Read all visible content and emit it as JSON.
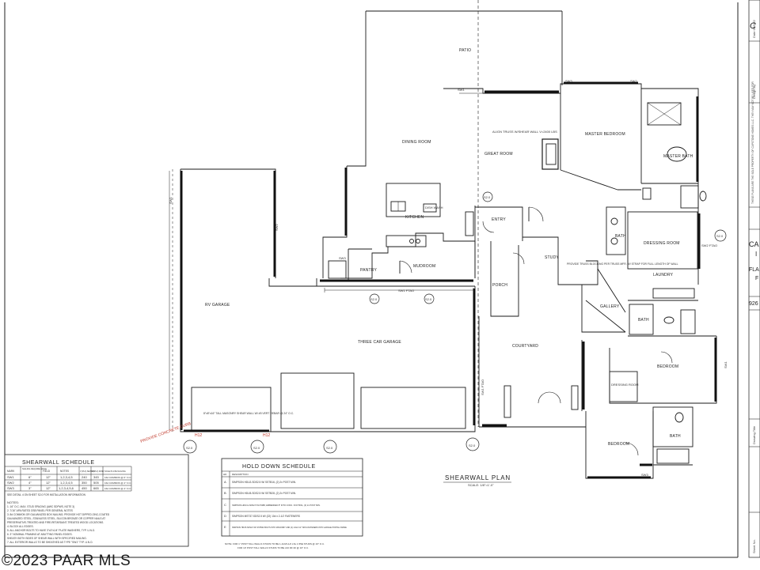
{
  "rooms": {
    "patio": "PATIO",
    "dining_room": "DINING ROOM",
    "great_room": "GREAT ROOM",
    "master_bedroom": "MASTER BEDROOM",
    "master_bath": "MASTER BATH",
    "kitchen": "KITCHEN",
    "dish_wash": "DISH WASH",
    "entry": "ENTRY",
    "study": "STUDY",
    "dressing_room": "DRESSING ROOM",
    "bath": "BATH",
    "laundry": "LAUNDRY",
    "gallery": "GALLERY",
    "pantry": "PANTRY",
    "mudroom": "MUDROOM",
    "porch": "PORCH",
    "rv_garage": "RV GARAGE",
    "three_car_garage": "THREE CAR GARAGE",
    "courtyard": "COURTYARD",
    "bedroom": "BEDROOM",
    "bedroom_2": "BEDROOM",
    "dressing_room_2": "DRESSING ROOM",
    "bath_2": "BATH",
    "bath_3": "BATH"
  },
  "plan_notes": {
    "align_truss": "ALIGN TRUSS W/SHEAR WALL V=2400 LBS",
    "provide_truss": "PROVIDE TRUSS BLOCKING PER TRUSS MFR. W/ STRAP FOR FULL LENGTH OF WALL",
    "masonry_wall": "8\"x8\"x16\" TALL MASONRY SHEAR WALL W/ #5 VERT REBAR @ 24\" O.C.",
    "ftao_1": "SW1 FTAO",
    "ftao_2": "SW1 FTAO",
    "ftao_3": "SW2 FTAO",
    "red_note": "PROVIDE CONCRETE CURB",
    "hd_a": "H12",
    "hd_b": "H12",
    "sw_tags": [
      "SW1",
      "SW2",
      "SW3",
      "SW1",
      "SW3",
      "SW2",
      "SW1",
      "SW3"
    ]
  },
  "callouts": [
    "S2.0",
    "S2.0",
    "S2.0",
    "S2.0",
    "S2.0",
    "S2.0",
    "S2.0",
    "S2.0"
  ],
  "shearwall_schedule": {
    "title": "SHEARWALL SCHEDULE",
    "headers": [
      "MARK",
      "NAILING REQUIRE EDGE",
      "FIELD",
      "NOTES",
      "V (PLF) SEISMIC",
      "V (PLF) WIND",
      "SOLE PLATE NAILING"
    ],
    "rows": [
      [
        "SW1",
        "6\"",
        "12\"",
        "1,2,3,4,5",
        "240",
        "345",
        "16d COMMON @ 6\" O.C."
      ],
      [
        "SW2",
        "4\"",
        "12\"",
        "1,2,3,4,5",
        "350",
        "505",
        "16d COMMON @ 4\" O.C."
      ],
      [
        "SW3",
        "3\"",
        "12\"",
        "1,2,3,4,5,6",
        "450",
        "665",
        "16d COMMON @ 4\" O.C."
      ]
    ],
    "footnote": "SEE DETAIL 4 ON SHEET S2.0 FOR INSTALLATION INFORMATION",
    "notes_label": "NOTES:",
    "notes": [
      "1. 16\" O.C. MAX. STUD SPACING (AWC SDPWS, NOTE 3)",
      "2. 7/16\" APA RATED OSB PANEL PER GENERAL NOTES",
      "3. 8d COMMON OR GALVANIZED BOX NAILING; PROVIDE HOT DIPPED ZINC-COATED",
      "   GALVANIZED STEEL, STAINLESS STEEL, SILICON BRONZE OR COPPER NAILS AT",
      "   PRESERVATIVE-TREATED AND FIRE-RETARDANT-TREATED WOOD LOCATIONS.",
      "4. BLOCK ALL EDGES.",
      "5. ALL ANCHOR BOLTS TO HAVE 3\"x3\"x1/4\" PLATE WASHERS, TYP. U.N.O.",
      "6. 3\" NOMINAL FRAMING AT ABUTTING PANEL EDGES.",
      "   SHEATH BOTH SIDES OF SHEAR WALL WITH SPECIFIED NAILING.",
      "7. ALL EXTERIOR WALLS TO BE SHEATHED AS TYPE \"SW1\" TYP. U.N.O."
    ]
  },
  "hold_down_schedule": {
    "title": "HOLD DOWN SCHEDULE",
    "headers": [
      "HD",
      "DESCRIPTION"
    ],
    "rows": [
      [
        "A",
        "SIMPSON HDU2-SDS2.5 W/ SSTB16, (2) 2x POST MIN."
      ],
      [
        "B",
        "SIMPSON HDU5-SDS2.5 W/ SSTB28, (2) 2x POST MIN."
      ],
      [
        "C",
        "SIMPSON HDU11-SDS2.5 W/ PAB8, EMBEDDED 8\" INTO CONC. FOOTING, (3) 2x POST MIN."
      ],
      [
        "D",
        "SIMPSON MST37-SDS2.5 W/ (22) 10d x 2-1/2 FASTENERS"
      ],
      [
        "E",
        "SIMPSON HDU5-SDS2.5 W/ SSTB24 BOLTS INTO MASONRY AND (4) 1/4x2 1/2\" SDS FASTENERS INTO GARAGE PORTAL FRAME"
      ]
    ],
    "note_1": "NOTE: FOR 1\" POST TALL WALLS STUDS TO BE 1-1/2x5-1/2 LSL 1.55E STUDS @ 16\" O.C.",
    "note_2": "FOR 10' POST TALL WALLS STUDS TO BE 2x6 DF #2 @ 16\" O.C."
  },
  "plan_title": {
    "title": "SHEARWALL PLAN",
    "scale": "SCALE: 1/8\"=1'-0\""
  },
  "title_block": {
    "date_label": "Date 6/15/22",
    "design_label": "Design By",
    "notice": "THESE PLANS ARE THE SOLE PROPERTY OF CAPSTONE HOMES LLC. THEY MAY NOT BE USED FOR",
    "company_char": "C",
    "project_1": "CA",
    "project_2": "I",
    "project_3": "FLA",
    "project_4": "F",
    "sheet_num": "926",
    "drawing_title": "Drawing Title",
    "sheet_label": "Sheet No."
  },
  "watermark": {
    "text": "©2023 PAAR MLS"
  }
}
